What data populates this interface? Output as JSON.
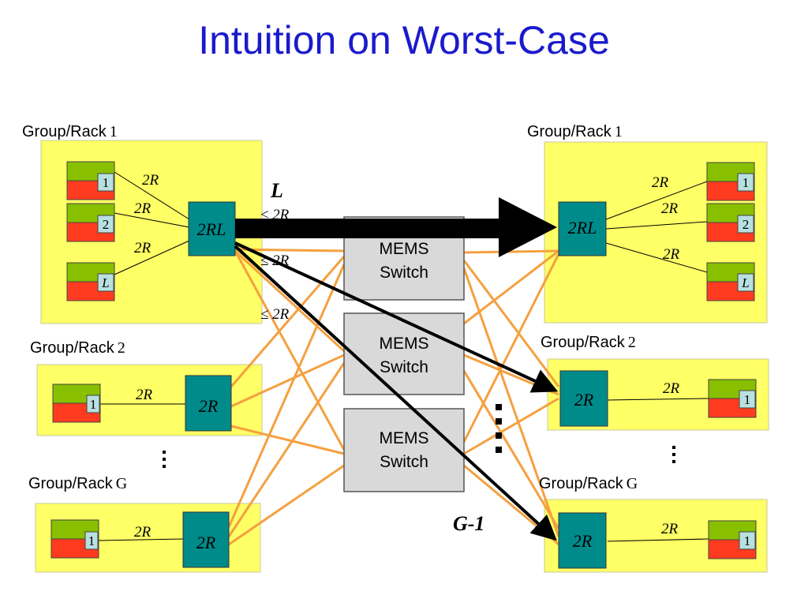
{
  "title": "Intuition on Worst-Case",
  "groups": {
    "left_group1_label": "Group/Rack",
    "left_group1_num": "1",
    "left_group2_label": "Group/Rack",
    "left_group2_num": "2",
    "left_groupG_label": "Group/Rack",
    "left_groupG_num": "G",
    "right_group1_label": "Group/Rack",
    "right_group1_num": "1",
    "right_group2_label": "Group/Rack",
    "right_group2_num": "2",
    "right_groupG_label": "Group/Rack",
    "right_groupG_num": "G"
  },
  "switch_labels": {
    "group1": "2RL",
    "other": "2R"
  },
  "port_labels": [
    "1",
    "2",
    "L"
  ],
  "link_rate": "2R",
  "bound_labels": [
    "≤ 2R",
    "≤ 2R",
    "≤ 2R"
  ],
  "mems": {
    "line1": "MEMS",
    "line2": "Switch"
  },
  "annotations": {
    "L": "L",
    "G_minus_1": "G-1"
  },
  "colors": {
    "title": "#1a1acc",
    "group_bg": "#ffff66",
    "switch": "#008b8b",
    "port_top": "#88c000",
    "port_bottom": "#ff3b1f",
    "mems_bg": "#d9d9d9",
    "links_orange": "#f5a040"
  }
}
